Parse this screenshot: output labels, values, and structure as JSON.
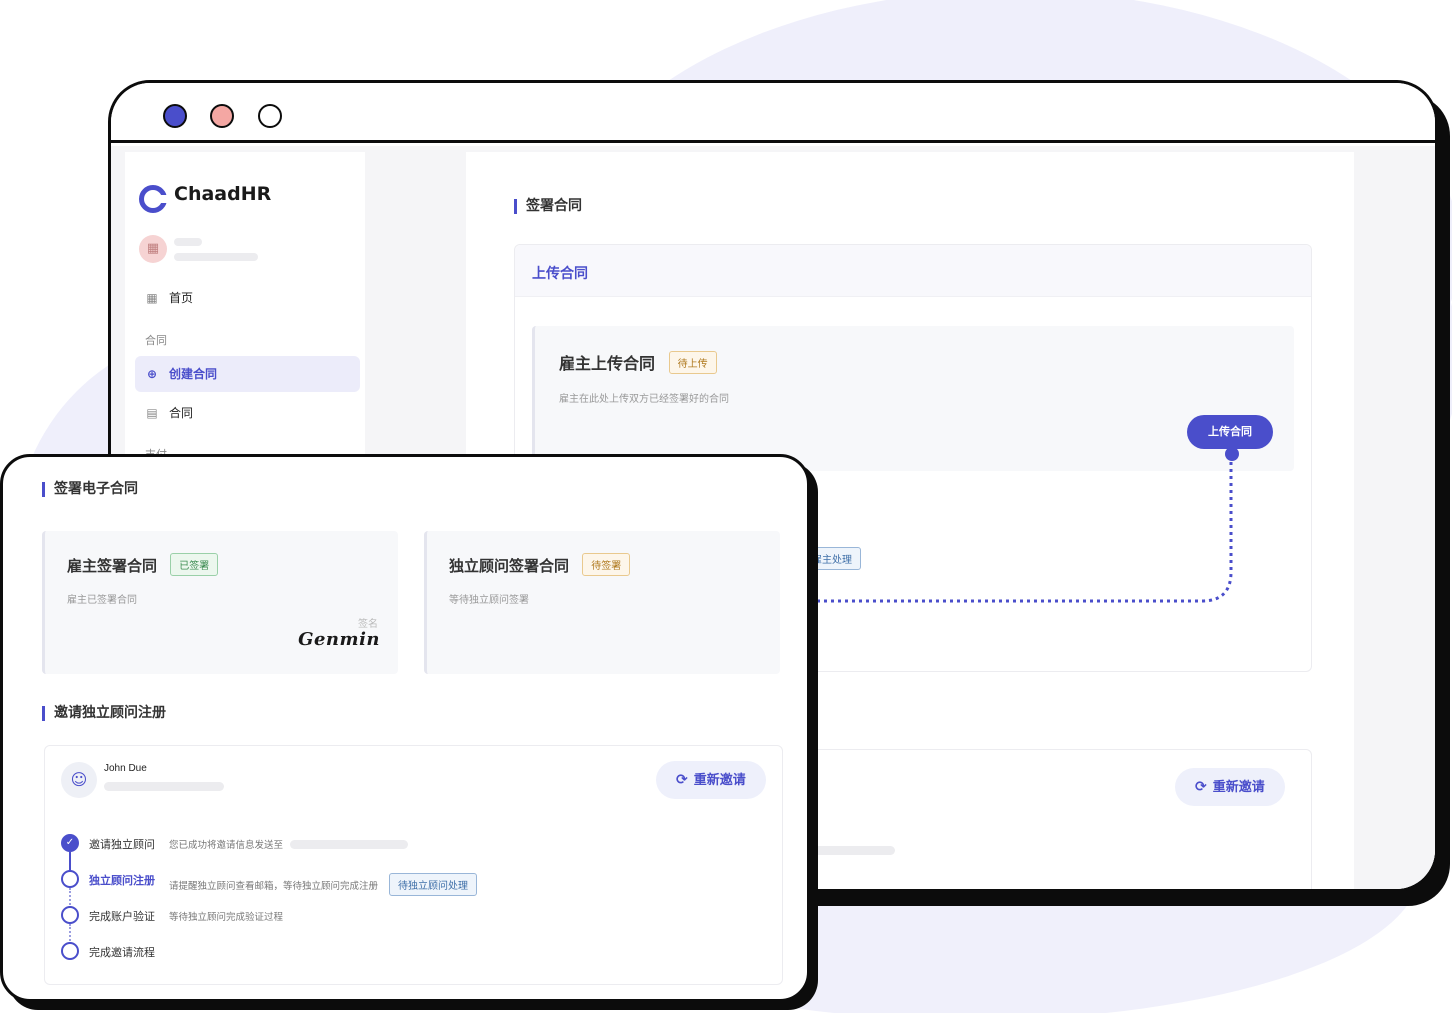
{
  "brand": {
    "name": "ChaadHR",
    "accent": "#4a4ecb"
  },
  "window_controls": [
    "close-dot-blue",
    "minimize-dot-pink",
    "maximize-dot-white"
  ],
  "sidebar": {
    "org_icon": "building-icon",
    "items": [
      {
        "label": "首页",
        "icon": "dashboard-icon"
      },
      {
        "group": "合同"
      },
      {
        "label": "创建合同",
        "icon": "plus-circle-icon",
        "active": true
      },
      {
        "label": "合同",
        "icon": "document-icon"
      },
      {
        "group": "支付"
      }
    ]
  },
  "back": {
    "section_title": "签署合同",
    "upload_card": {
      "header": "上传合同",
      "employer": {
        "title": "雇主上传合同",
        "tag": "待上传",
        "desc": "雇主在此处上传双方已经签署好的合同",
        "button": "上传合同"
      },
      "partial_tag": "雇主处理"
    },
    "reinvite_button": "重新邀请"
  },
  "front": {
    "section_title": "签署电子合同",
    "employer_card": {
      "title": "雇主签署合同",
      "tag": "已签署",
      "desc": "雇主已签署合同",
      "sign_label": "签名",
      "signature": "Genmin"
    },
    "consultant_card": {
      "title": "独立顾问签署合同",
      "tag": "待签署",
      "desc": "等待独立顾问签署"
    },
    "invite_section_title": "邀请独立顾问注册",
    "invite": {
      "user_name": "John Due",
      "reinvite_button": "重新邀请",
      "steps": [
        {
          "title": "邀请独立顾问",
          "desc": "您已成功将邀请信息发送至",
          "state": "done"
        },
        {
          "title": "独立顾问注册",
          "desc": "请提醒独立顾问查看邮箱，等待独立顾问完成注册",
          "tag": "待独立顾问处理",
          "state": "active"
        },
        {
          "title": "完成账户验证",
          "desc": "等待独立顾问完成验证过程",
          "state": "pending"
        },
        {
          "title": "完成邀请流程",
          "desc": "",
          "state": "pending"
        }
      ]
    }
  }
}
